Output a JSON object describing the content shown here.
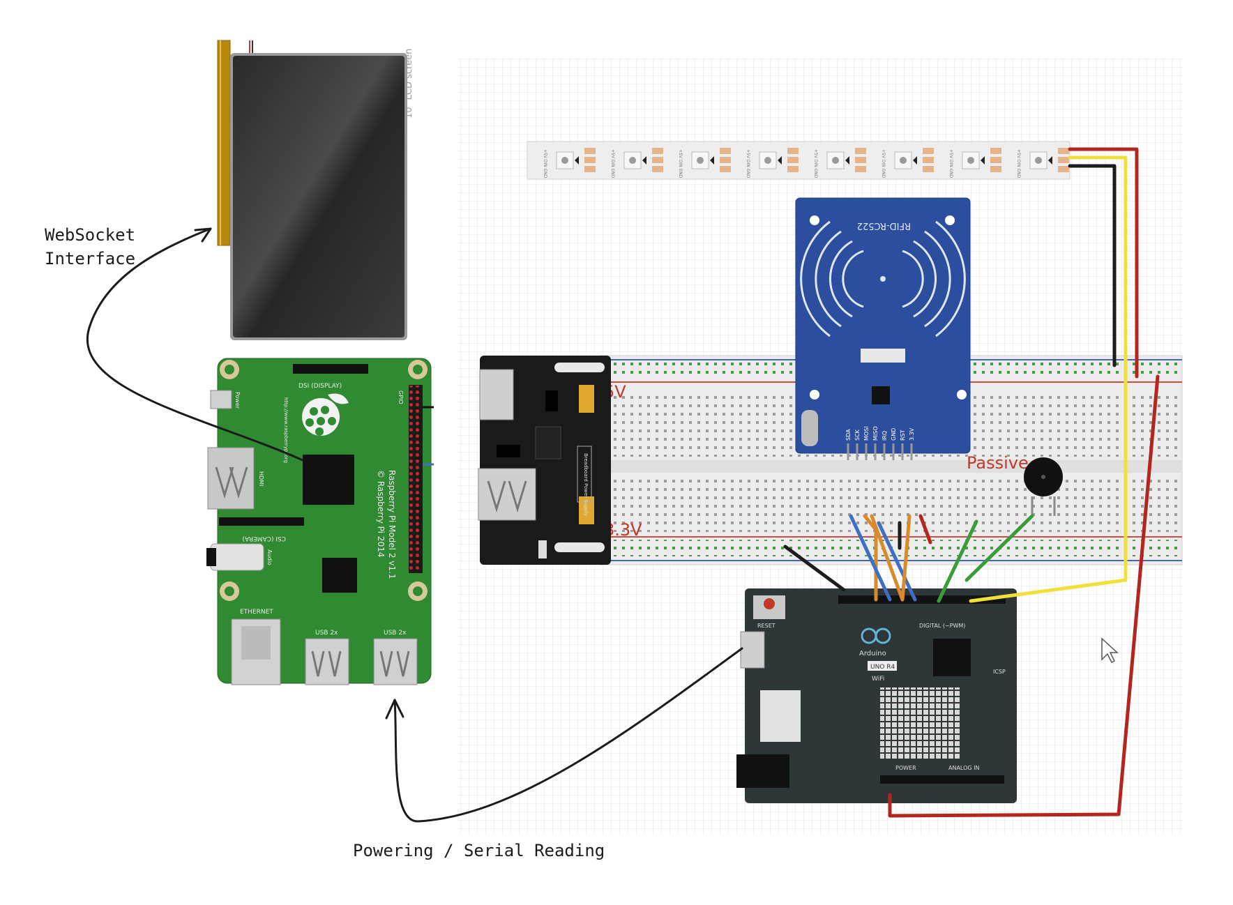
{
  "annotations": {
    "websocket_line1": "WebSocket",
    "websocket_line2": "Interface",
    "powering": "Powering / Serial Reading"
  },
  "lcd": {
    "label": "10\" LCD screen"
  },
  "raspberry_pi": {
    "model_line1": "Raspberry Pi Model 2 v1.1",
    "model_line2": "© Raspberry Pi 2014",
    "dsi": "DSI (DISPLAY)",
    "csi": "CSI (CAMERA)",
    "hdmi": "HDMI",
    "power": "Power",
    "audio": "Audio",
    "ethernet": "ETHERNET",
    "usb1": "USB 2x",
    "usb2": "USB 2x",
    "gpio": "GPIO",
    "url": "http://www.raspberrypi.org"
  },
  "breadboard": {
    "label_5v": "5V",
    "label_33v": "3.3V",
    "power_module_label": "Breadboard Power Supply"
  },
  "rfid": {
    "title": "RFID-RC522",
    "pins": [
      "SDA",
      "SCK",
      "MOSI",
      "MISO",
      "IRQ",
      "GND",
      "RST",
      "3.3V"
    ]
  },
  "buzzer": {
    "label": "Passive"
  },
  "led_strip": {
    "segment_label": "+5V DIN GND"
  },
  "arduino": {
    "brand": "Arduino",
    "model": "UNO R4",
    "variant": "WiFi",
    "reset": "RESET",
    "digital": "DIGITAL (~PWM)",
    "power": "POWER",
    "analog": "ANALOG IN",
    "icsp": "ICSP"
  },
  "colors": {
    "pi_green": "#2f8a32",
    "rfid_blue": "#2b4f9e",
    "arduino_dark": "#2f3638",
    "wire_red": "#b3261e",
    "wire_yellow": "#f2e03a",
    "wire_black": "#1c1c1c",
    "wire_orange": "#d98a2b",
    "wire_blue": "#3f6fc2",
    "wire_green": "#3a9b3a"
  }
}
